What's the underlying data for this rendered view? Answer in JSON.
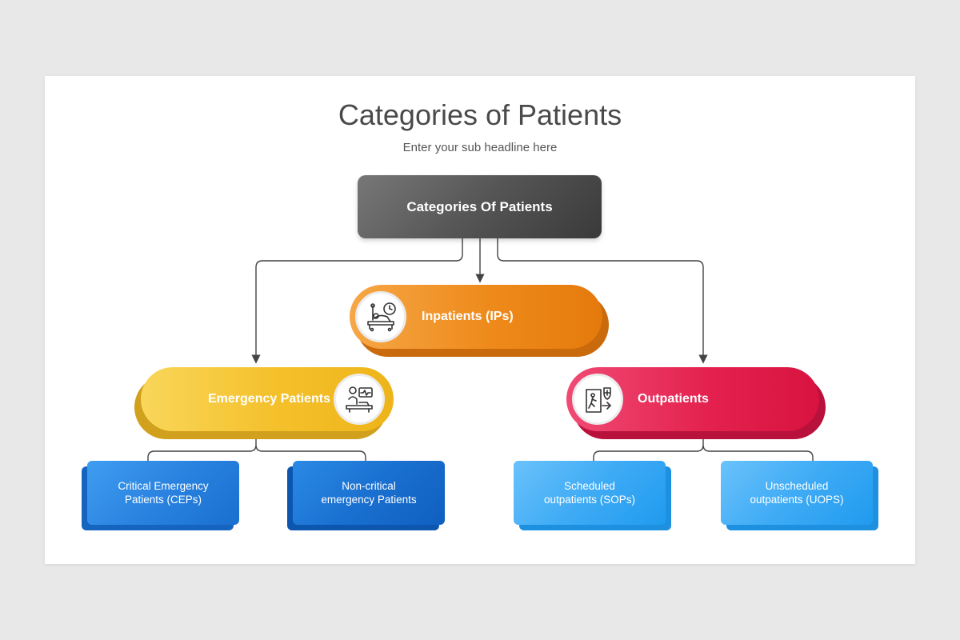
{
  "slide": {
    "title": "Categories of Patients",
    "subtitle": "Enter your sub headline here"
  },
  "diagram": {
    "root": {
      "label": "Categories Of Patients",
      "color": "#555555"
    },
    "inpatients": {
      "label": "Inpatients (IPs)",
      "icon": "hospital-bed-icon",
      "color": "#f08c1a"
    },
    "emergency": {
      "label": "Emergency Patients",
      "icon": "emergency-monitor-icon",
      "color": "#f5bb22"
    },
    "outpatients": {
      "label": "Outpatients",
      "icon": "exit-door-icon",
      "color": "#e2194a"
    },
    "emergency_children": [
      {
        "line1": "Critical Emergency",
        "line2": "Patients (CEPs)"
      },
      {
        "line1": "Non-critical",
        "line2": "emergency Patients"
      }
    ],
    "outpatient_children": [
      {
        "line1": "Scheduled",
        "line2": "outpatients (SOPs)"
      },
      {
        "line1": "Unscheduled",
        "line2": "outpatients (UOPS)"
      }
    ]
  }
}
